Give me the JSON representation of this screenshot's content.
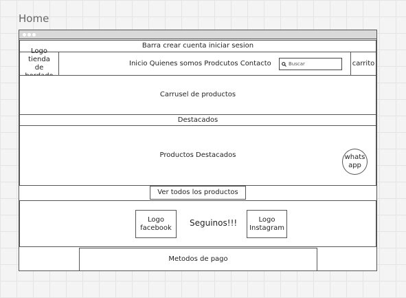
{
  "page": {
    "title": "Home"
  },
  "top_bar": {
    "label": "Barra crear cuenta iniciar sesion"
  },
  "header": {
    "logo_line1": "Logo tienda",
    "logo_line2": "de bordado",
    "nav": "Inicio Quienes somos Prodcutos Contacto",
    "search_placeholder": "Buscar",
    "cart": "carrito"
  },
  "carousel": {
    "label": "Carrusel de productos"
  },
  "featured": {
    "heading": "Destacados",
    "content": "Productos Destacados",
    "whatsapp_line1": "whats",
    "whatsapp_line2": "app"
  },
  "view_all": {
    "label": "Ver todos los productos"
  },
  "social": {
    "facebook_line1": "Logo",
    "facebook_line2": "facebook",
    "follow": "Seguinos!!!",
    "instagram_line1": "Logo",
    "instagram_line2": "Instagram"
  },
  "payment": {
    "label": "Metodos de pago"
  },
  "icons": {
    "search": "search-icon"
  }
}
